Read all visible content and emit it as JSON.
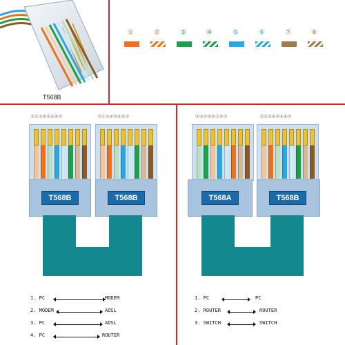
{
  "photo_caption": "T568B",
  "color_swatches": {
    "numbers": [
      "①",
      "②",
      "③",
      "④",
      "⑤",
      "⑥",
      "⑦",
      "⑧"
    ],
    "colors": [
      "#e9731e",
      "#e9731e",
      "#1ea04b",
      "#1ea04b",
      "#2ba6df",
      "#2ba6df",
      "#a37a4c",
      "#a37a4c"
    ],
    "striped": [
      false,
      true,
      false,
      true,
      false,
      true,
      false,
      true
    ]
  },
  "left_panel": {
    "pin_numbers_a": "②①③④⑤⑥⑧⑦",
    "pin_numbers_b": "②①③④⑤⑥⑧⑦",
    "label_a": "T568B",
    "label_b": "T568B",
    "connections": [
      {
        "from": "1.  PC",
        "to": "MODEM"
      },
      {
        "from": "2. MODEM",
        "to": "ADSL"
      },
      {
        "from": "3. PC",
        "to": "ADSL"
      },
      {
        "from": "4. PC",
        "to": "ROUTER"
      }
    ]
  },
  "right_panel": {
    "pin_numbers_a": "④③②⑤⑥①⑧⑦",
    "pin_numbers_b": "②①③④⑤⑥⑧⑦",
    "label_a": "T568A",
    "label_b": "T568B",
    "connections": [
      {
        "from": "1. PC",
        "to": "PC"
      },
      {
        "from": "2. ROUTER",
        "to": "ROUTER"
      },
      {
        "from": "3. SWITCH",
        "to": "SWITCH"
      }
    ]
  }
}
